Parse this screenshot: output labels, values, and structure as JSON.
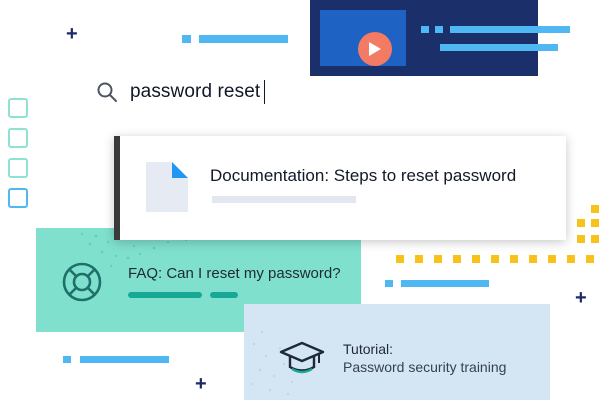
{
  "search": {
    "query": "password reset"
  },
  "results": {
    "documentation": {
      "title": "Documentation: Steps to reset password"
    },
    "faq": {
      "title": "FAQ:  Can I reset my password?"
    },
    "tutorial": {
      "label": "Tutorial:",
      "title": "Password security training"
    }
  },
  "icons": {
    "search": "search-icon",
    "document": "document-icon",
    "faq": "lifebuoy-icon",
    "tutorial": "graduation-cap-icon",
    "video": "play-icon"
  },
  "colors": {
    "navy": "#1b2f6b",
    "video_blue": "#1e62c4",
    "play_orange": "#f37b63",
    "sky_bar": "#4fb8f2",
    "faq_green": "#7fe0cd",
    "faq_accent": "#18a896",
    "tutorial_blue": "#d4e5f4",
    "yellow": "#f6c21b"
  }
}
